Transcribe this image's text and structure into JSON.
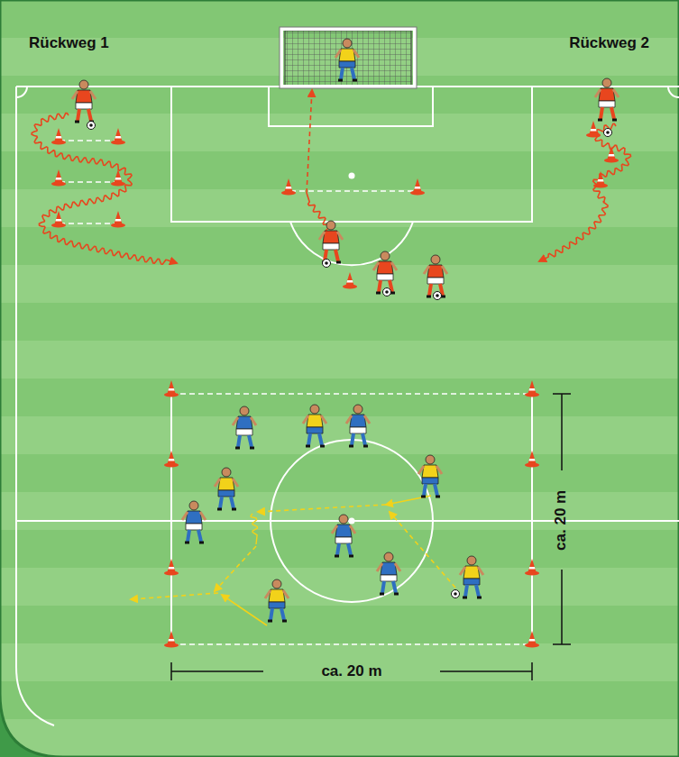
{
  "diagram": {
    "labels": [
      "Rückweg 1",
      "Rückweg 2",
      "ca. 20 m",
      "ca. 20 m"
    ]
  }
}
